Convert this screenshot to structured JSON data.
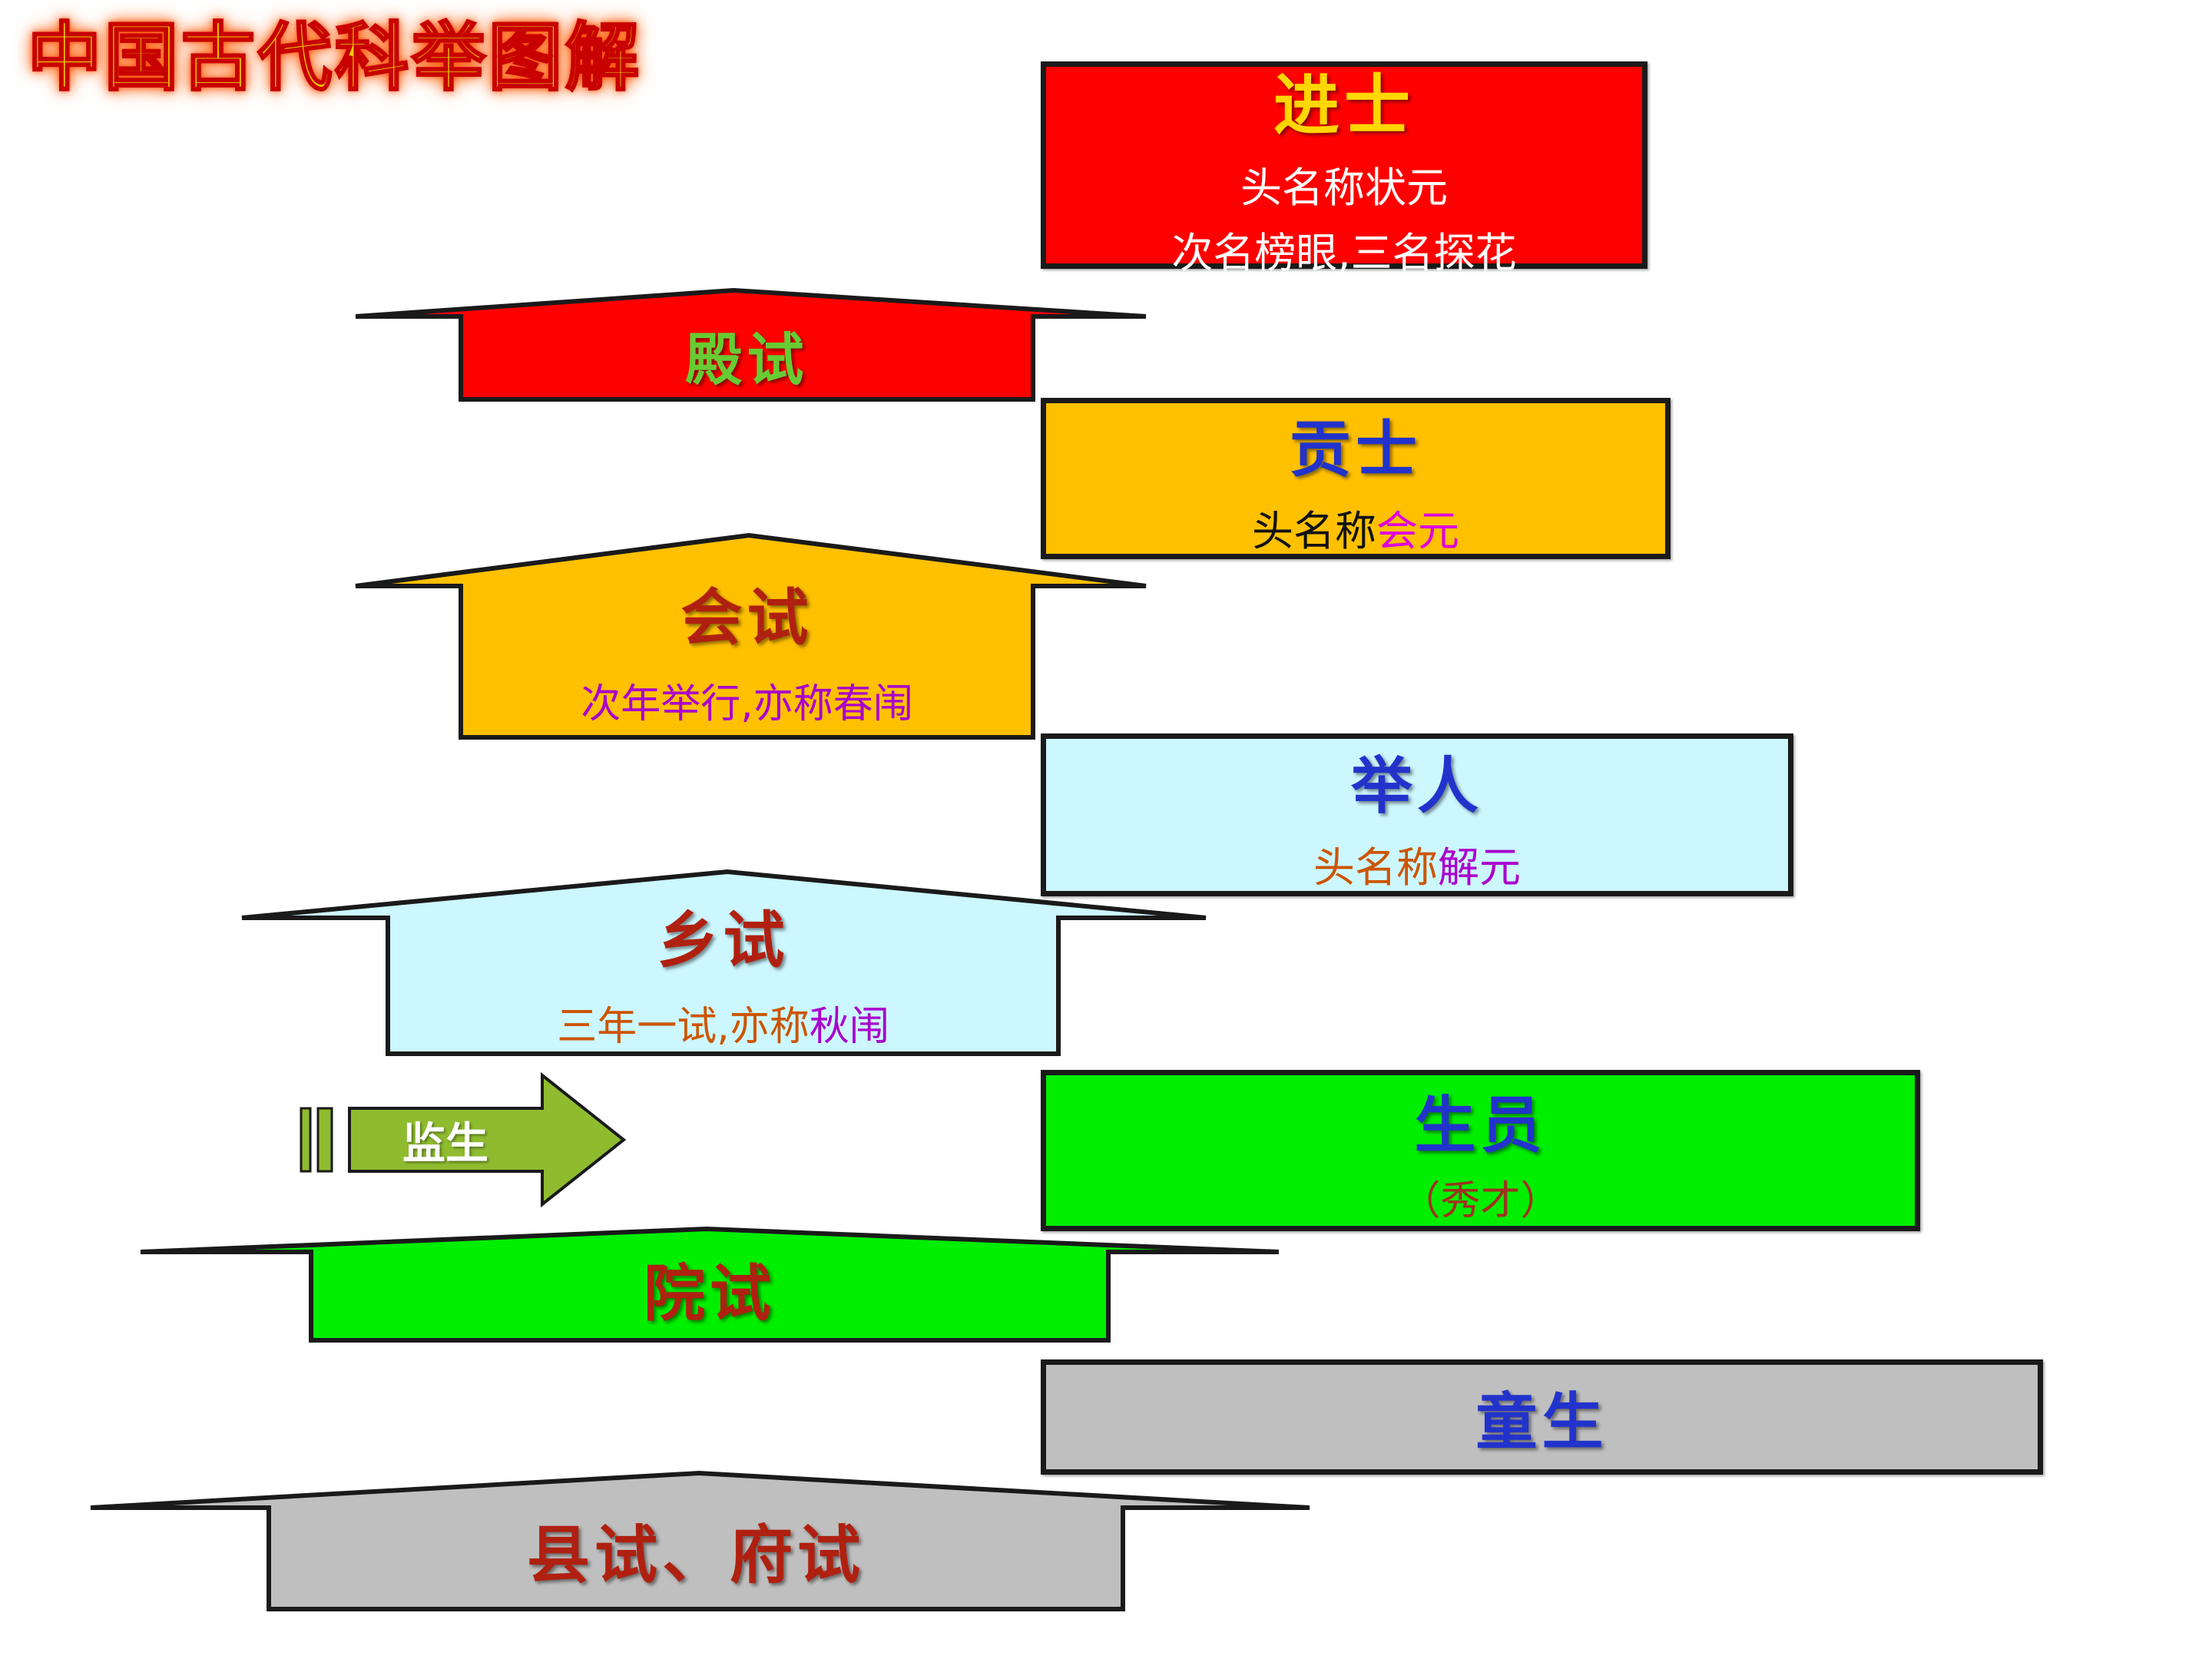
{
  "title": "中国古代科举图解",
  "colors": {
    "red": "#ff0000",
    "gold": "#ffc000",
    "pale_cyan": "#ccf7ff",
    "green": "#00ee00",
    "gray": "#bfbfbf",
    "olive_green": "#8fbc2f",
    "blue_text": "#2233cc",
    "maroon_text": "#a02020",
    "magenta_text": "#dd00dd",
    "orange_text": "#cc5500",
    "purple_text": "#aa00cc"
  },
  "ranks": {
    "jinshi": {
      "name": "进士",
      "line1": "头名称状元",
      "line2": "次名榜眼,三名探花"
    },
    "gongshi": {
      "name": "贡士",
      "prefix": "头名称",
      "highlight": "会元"
    },
    "juren": {
      "name": "举人",
      "prefix": "头名称",
      "highlight": "解元"
    },
    "shengyuan": {
      "name": "生员",
      "sub": "（秀才）"
    },
    "tongsheng": {
      "name": "童生"
    }
  },
  "exams": {
    "dianshi": {
      "name": "殿试"
    },
    "huishi": {
      "name": "会试",
      "sub": "次年举行,亦称春闱"
    },
    "xiangshi": {
      "name": "乡试",
      "sub_prefix": "三年一试,亦称",
      "sub_highlight": "秋闱"
    },
    "yuanshi": {
      "name": "院试"
    },
    "xianfu": {
      "name": "县试、府试"
    }
  },
  "side_arrow": {
    "label": "监生"
  }
}
